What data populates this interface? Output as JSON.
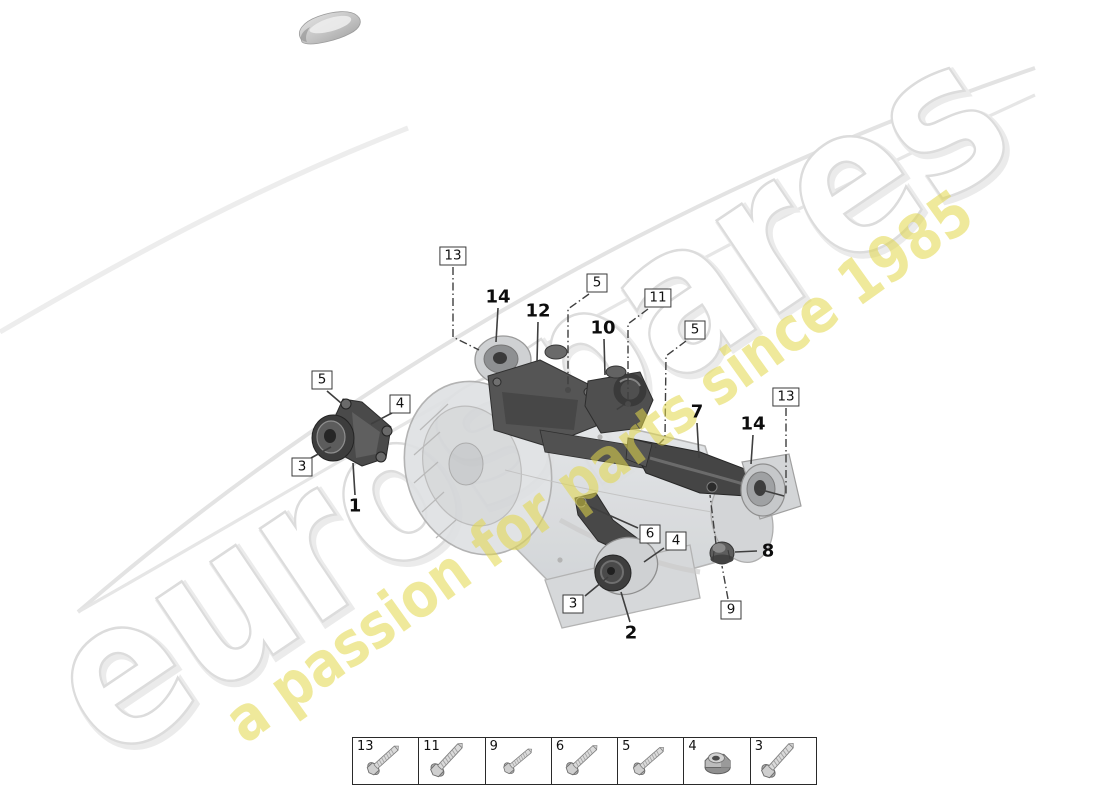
{
  "watermark": {
    "brand": "eurospares",
    "tagline": "a passion for parts since 1985",
    "brand_outline_color": "#dcdcdc",
    "tagline_color": "#e3d84a"
  },
  "callouts": {
    "boxed": [
      {
        "label": "13"
      },
      {
        "label": "5"
      },
      {
        "label": "11"
      },
      {
        "label": "5"
      },
      {
        "label": "5"
      },
      {
        "label": "4"
      },
      {
        "label": "3"
      },
      {
        "label": "13"
      },
      {
        "label": "6"
      },
      {
        "label": "4"
      },
      {
        "label": "9"
      },
      {
        "label": "3"
      }
    ],
    "bold": [
      {
        "label": "14"
      },
      {
        "label": "12"
      },
      {
        "label": "10"
      },
      {
        "label": "1"
      },
      {
        "label": "7"
      },
      {
        "label": "14"
      },
      {
        "label": "8"
      },
      {
        "label": "2"
      }
    ]
  },
  "legend": {
    "items": [
      {
        "label": "13",
        "icon": "bolt"
      },
      {
        "label": "11",
        "icon": "bolt-long"
      },
      {
        "label": "9",
        "icon": "bolt-short"
      },
      {
        "label": "6",
        "icon": "bolt"
      },
      {
        "label": "5",
        "icon": "bolt"
      },
      {
        "label": "4",
        "icon": "nut"
      },
      {
        "label": "3",
        "icon": "bolt-long"
      }
    ]
  }
}
